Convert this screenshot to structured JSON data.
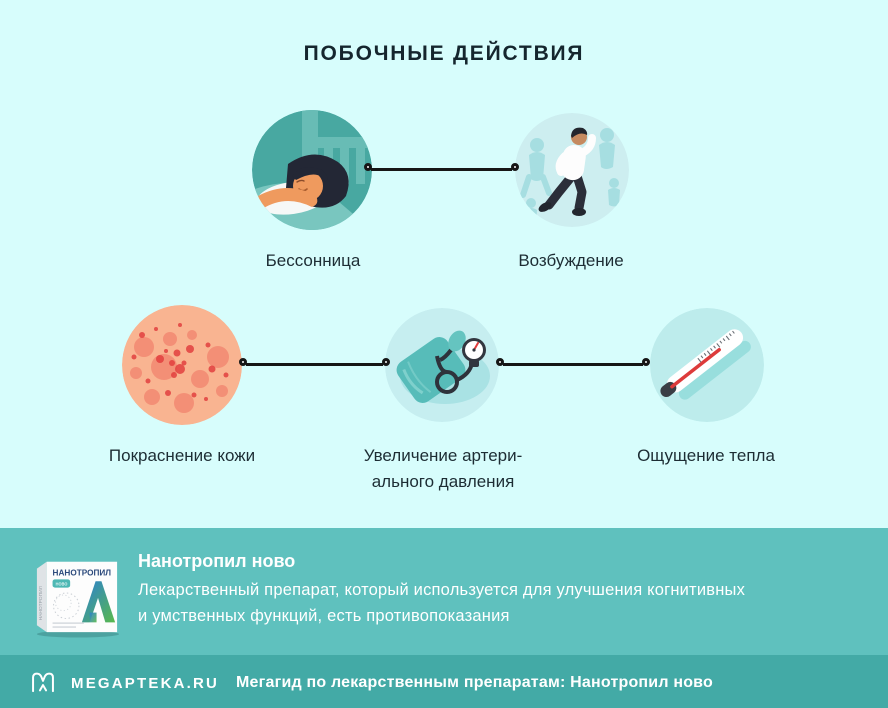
{
  "title": "ПОБОЧНЫЕ ДЕЙСТВИЯ",
  "effects": [
    {
      "label": "Бессонница"
    },
    {
      "label": "Возбуждение"
    },
    {
      "label": "Покраснение кожи"
    },
    {
      "label": "Увеличение артери-",
      "label2": "ального давления"
    },
    {
      "label": "Ощущение тепла"
    }
  ],
  "product": {
    "name": "Нанотропил ново",
    "description_line1": "Лекарственный препарат, который используется для улучшения когнитивных",
    "description_line2": "и умственных функций, есть противопоказания",
    "package": {
      "brand": "НАНОТРОПИЛ",
      "variant": "ново"
    }
  },
  "footer": {
    "brand": "MEGAPTEKA.RU",
    "caption": "Мегагид по лекарственным препаратам: Нанотропил ново"
  },
  "colors": {
    "background": "#d7fdfc",
    "info_panel": "#5fc1be",
    "footer_bar": "#43aaa6",
    "title_text": "#15262e",
    "label_text": "#1d2d34",
    "white_text": "#ffffff",
    "rash_circle": "#f9b491",
    "teal_circle": "#48a8a1",
    "light_circle": "#cdeef0"
  }
}
